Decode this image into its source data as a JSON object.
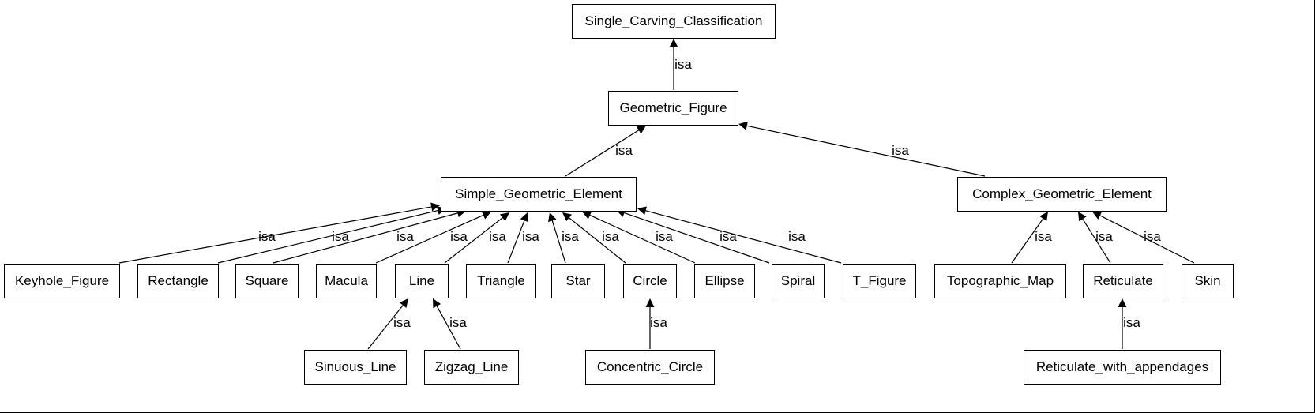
{
  "nodes": {
    "single_carving_classification": "Single_Carving_Classification",
    "geometric_figure": "Geometric_Figure",
    "simple_geometric_element": "Simple_Geometric_Element",
    "complex_geometric_element": "Complex_Geometric_Element",
    "keyhole_figure": "Keyhole_Figure",
    "rectangle": "Rectangle",
    "square": "Square",
    "macula": "Macula",
    "line": "Line",
    "triangle": "Triangle",
    "star": "Star",
    "circle": "Circle",
    "ellipse": "Ellipse",
    "spiral": "Spiral",
    "t_figure": "T_Figure",
    "topographic_map": "Topographic_Map",
    "reticulate": "Reticulate",
    "skin": "Skin",
    "sinuous_line": "Sinuous_Line",
    "zigzag_line": "Zigzag_Line",
    "concentric_circle": "Concentric_Circle",
    "reticulate_with_appendages": "Reticulate_with_appendages"
  },
  "edges": [
    {
      "from": "geometric_figure",
      "to": "single_carving_classification",
      "label": "isa"
    },
    {
      "from": "simple_geometric_element",
      "to": "geometric_figure",
      "label": "isa"
    },
    {
      "from": "complex_geometric_element",
      "to": "geometric_figure",
      "label": "isa"
    },
    {
      "from": "keyhole_figure",
      "to": "simple_geometric_element",
      "label": "isa"
    },
    {
      "from": "rectangle",
      "to": "simple_geometric_element",
      "label": "isa"
    },
    {
      "from": "square",
      "to": "simple_geometric_element",
      "label": "isa"
    },
    {
      "from": "macula",
      "to": "simple_geometric_element",
      "label": "isa"
    },
    {
      "from": "line",
      "to": "simple_geometric_element",
      "label": "isa"
    },
    {
      "from": "triangle",
      "to": "simple_geometric_element",
      "label": "isa"
    },
    {
      "from": "star",
      "to": "simple_geometric_element",
      "label": "isa"
    },
    {
      "from": "circle",
      "to": "simple_geometric_element",
      "label": "isa"
    },
    {
      "from": "ellipse",
      "to": "simple_geometric_element",
      "label": "isa"
    },
    {
      "from": "spiral",
      "to": "simple_geometric_element",
      "label": "isa"
    },
    {
      "from": "t_figure",
      "to": "simple_geometric_element",
      "label": "isa"
    },
    {
      "from": "topographic_map",
      "to": "complex_geometric_element",
      "label": "isa"
    },
    {
      "from": "reticulate",
      "to": "complex_geometric_element",
      "label": "isa"
    },
    {
      "from": "skin",
      "to": "complex_geometric_element",
      "label": "isa"
    },
    {
      "from": "sinuous_line",
      "to": "line",
      "label": "isa"
    },
    {
      "from": "zigzag_line",
      "to": "line",
      "label": "isa"
    },
    {
      "from": "concentric_circle",
      "to": "circle",
      "label": "isa"
    },
    {
      "from": "reticulate_with_appendages",
      "to": "reticulate",
      "label": "isa"
    }
  ]
}
